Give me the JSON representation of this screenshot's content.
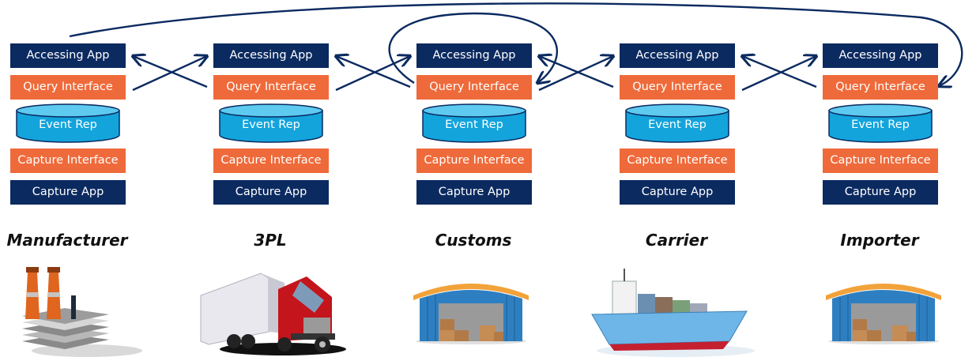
{
  "stack_labels": {
    "accessing_app": "Accessing App",
    "query_interface": "Query Interface",
    "event_rep": "Event Rep",
    "capture_interface": "Capture Interface",
    "capture_app": "Capture App"
  },
  "parties": [
    {
      "name": "Manufacturer",
      "icon": "factory-icon"
    },
    {
      "name": "3PL",
      "icon": "truck-icon"
    },
    {
      "name": "Customs",
      "icon": "warehouse-icon"
    },
    {
      "name": "Carrier",
      "icon": "cargo-ship-icon"
    },
    {
      "name": "Importer",
      "icon": "warehouse-icon"
    }
  ],
  "colors": {
    "navy": "#0b2a60",
    "orange": "#ef6a3a",
    "event_rep_cyan": "#13a4dc",
    "arrow": "#0b2a60"
  }
}
